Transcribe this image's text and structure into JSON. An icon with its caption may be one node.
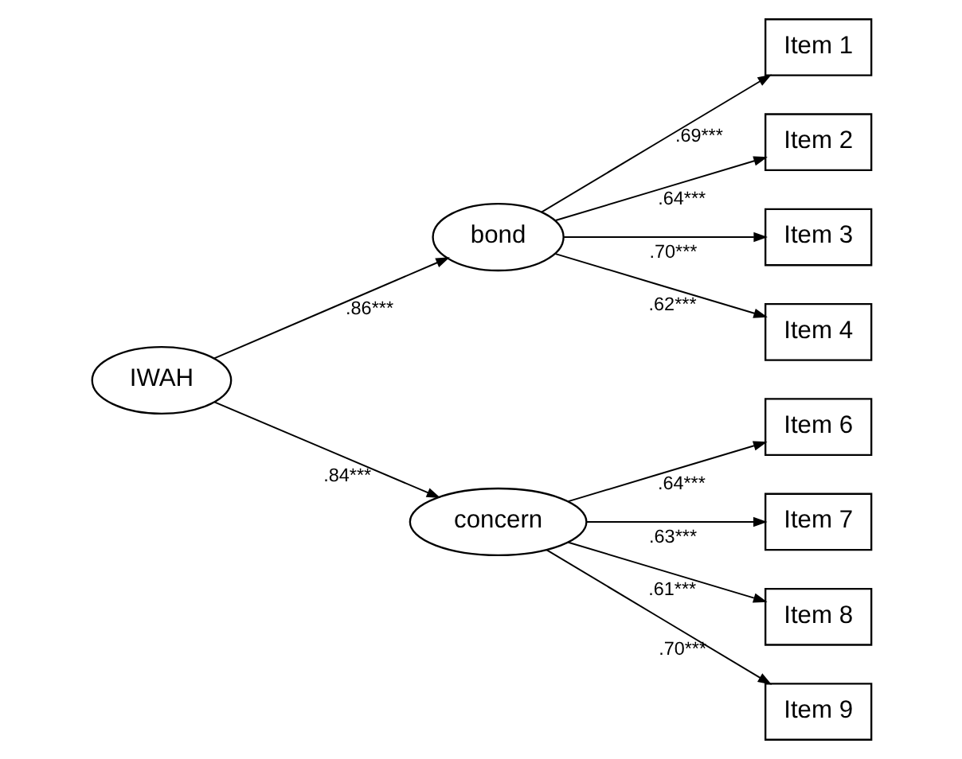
{
  "diagram": {
    "nodes": [
      {
        "text": [
          "IWAH"
        ]
      },
      {
        "text": [
          "bond"
        ]
      },
      {
        "text": [
          "concern"
        ]
      },
      {
        "text": [
          "Item 1"
        ]
      },
      {
        "text": [
          "Item 2"
        ]
      },
      {
        "text": [
          "Item 3"
        ]
      },
      {
        "text": [
          "Item 4"
        ]
      },
      {
        "text": [
          "Item 6"
        ]
      },
      {
        "text": [
          "Item 7"
        ]
      },
      {
        "text": [
          "Item 8"
        ]
      },
      {
        "text": [
          "Item 9"
        ]
      }
    ],
    "edges": [
      {
        "from": 0,
        "to": 1,
        "arrow": "to",
        "label": ".86***"
      },
      {
        "from": 0,
        "to": 2,
        "arrow": "to",
        "label": ".84***"
      },
      {
        "from": 1,
        "to": 3,
        "arrow": "to",
        "label": ".69***"
      },
      {
        "from": 1,
        "to": 4,
        "arrow": "to",
        "label": ".64***"
      },
      {
        "from": 1,
        "to": 5,
        "arrow": "to",
        "label": ".70***"
      },
      {
        "from": 1,
        "to": 6,
        "arrow": "to",
        "label": ".62***"
      },
      {
        "from": 2,
        "to": 7,
        "arrow": "to",
        "label": ".64***"
      },
      {
        "from": 2,
        "to": 8,
        "arrow": "to",
        "label": ".63***"
      },
      {
        "from": 2,
        "to": 9,
        "arrow": "to",
        "label": ".61***"
      },
      {
        "from": 2,
        "to": 10,
        "arrow": "to",
        "label": ".70***"
      }
    ]
  }
}
